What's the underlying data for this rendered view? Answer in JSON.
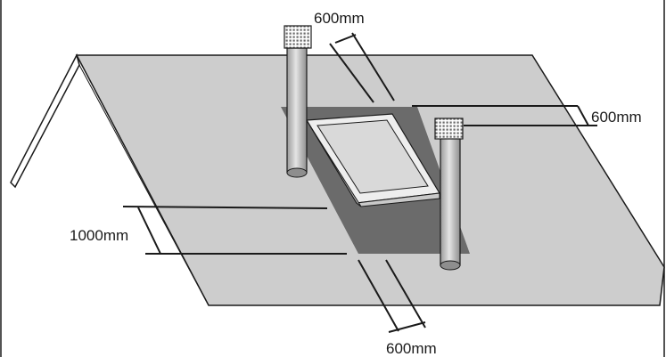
{
  "dimensions": {
    "top_gap": "600mm",
    "right_gap": "600mm",
    "left_gap": "1000mm",
    "bottom_gap": "600mm"
  },
  "colors": {
    "roof": "#cccccc",
    "flashing": "#6b6b6b",
    "window_frame": "#eeeeee",
    "glass": "#d9d9d9",
    "pipe": "#c4c4c4",
    "line": "#1a1a1a"
  }
}
